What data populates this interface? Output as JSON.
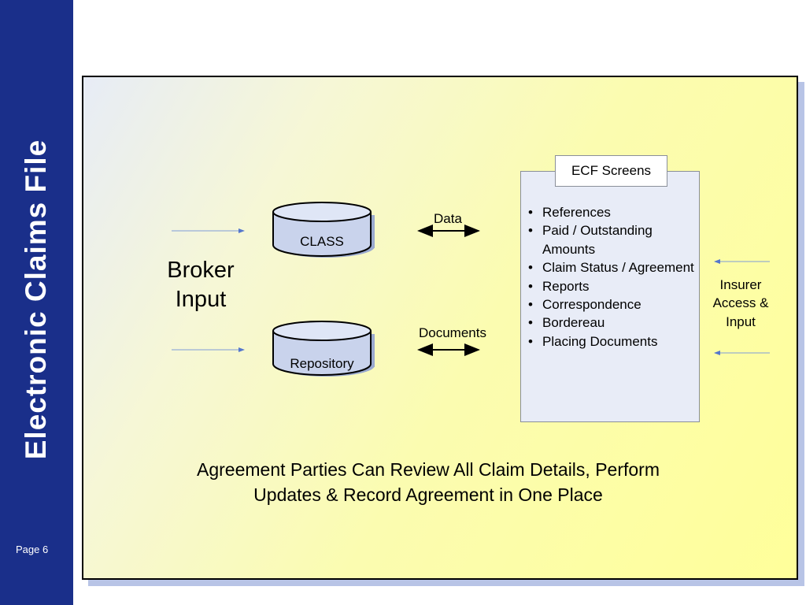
{
  "sidebar": {
    "title": "Electronic Claims File",
    "page_label": "Page 6",
    "color": "#1a2f8a"
  },
  "diagram": {
    "broker_input": {
      "line1": "Broker",
      "line2": "Input"
    },
    "databases": [
      {
        "label": "CLASS"
      },
      {
        "label": "Repository"
      }
    ],
    "connectors": [
      {
        "label": "Data"
      },
      {
        "label": "Documents"
      }
    ],
    "ecf": {
      "title": "ECF Screens",
      "items": [
        "References",
        "Paid / Outstanding Amounts",
        "Claim Status / Agreement",
        "Reports",
        "Correspondence",
        "Bordereau",
        "Placing Documents"
      ]
    },
    "insurer": {
      "line1": "Insurer",
      "line2": "Access &",
      "line3": "Input"
    },
    "summary": {
      "line1": "Agreement Parties Can Review All Claim Details, Perform",
      "line2": "Updates & Record Agreement in One Place"
    }
  }
}
